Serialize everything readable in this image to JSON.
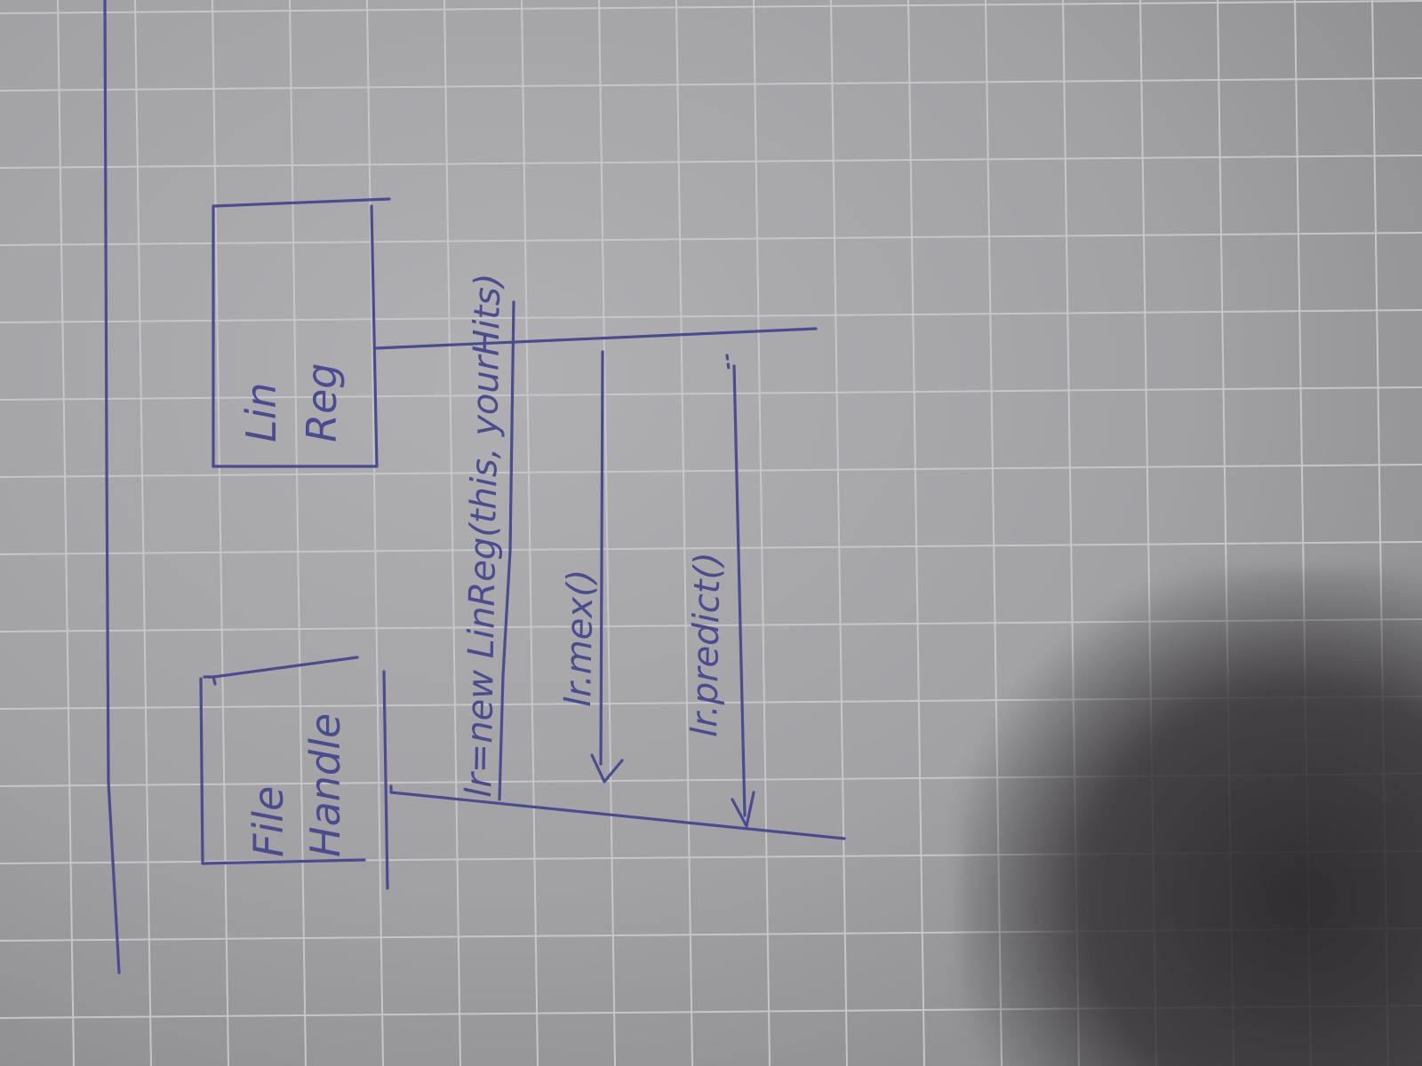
{
  "diagram": {
    "participant_left": {
      "line1": "File",
      "line2": "Handle"
    },
    "participant_right": {
      "line1": "Lin",
      "line2": "Reg"
    },
    "messages": [
      {
        "label": "lr=new LinReg(this, yourHits)",
        "direction": "to-linreg"
      },
      {
        "label": "lr.mex()",
        "direction": "return"
      },
      {
        "label": "lr.predict()",
        "direction": "return"
      }
    ]
  },
  "colors": {
    "paper": "#a3a3a6",
    "grid": "#c6c6c9",
    "ink": "#4a4c90",
    "shadow": "#3a383a"
  }
}
